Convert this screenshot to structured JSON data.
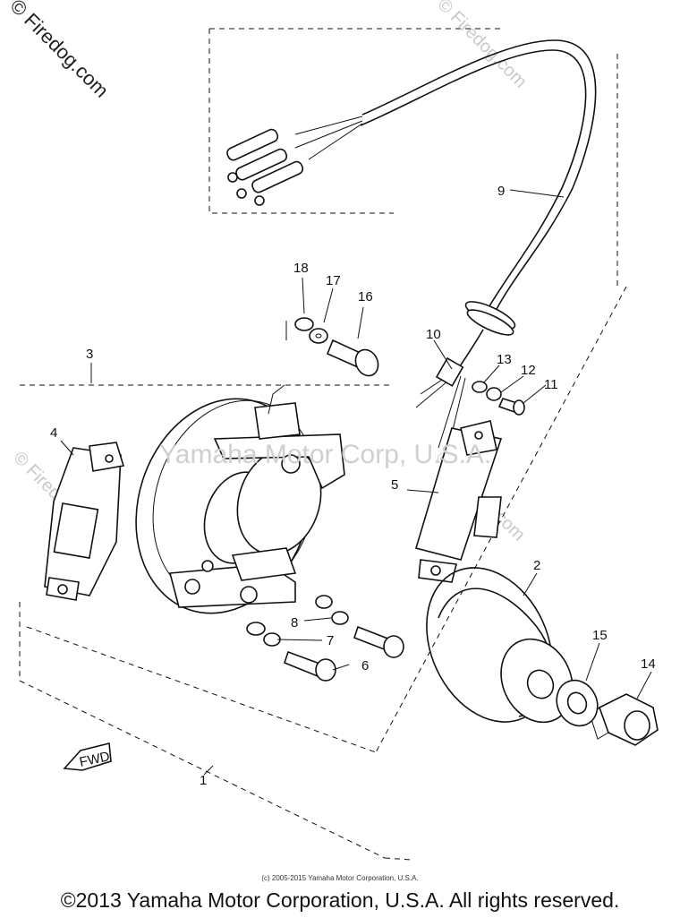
{
  "watermarks": {
    "corner": "© Firedog.com",
    "center": "Yamaha Motor Corp, U.S.A.",
    "faint": "© Firedog.com"
  },
  "parts": [
    {
      "number": "1"
    },
    {
      "number": "2"
    },
    {
      "number": "3"
    },
    {
      "number": "4"
    },
    {
      "number": "5"
    },
    {
      "number": "6"
    },
    {
      "number": "7"
    },
    {
      "number": "8"
    },
    {
      "number": "9"
    },
    {
      "number": "10"
    },
    {
      "number": "11"
    },
    {
      "number": "12"
    },
    {
      "number": "13"
    },
    {
      "number": "14"
    },
    {
      "number": "15"
    },
    {
      "number": "16"
    },
    {
      "number": "17"
    },
    {
      "number": "18"
    }
  ],
  "fwd_label": "FWD",
  "footer": {
    "small": "(c) 2005-2015 Yamaha Motor Corporation, U.S.A.",
    "main": "©2013 Yamaha Motor Corporation, U.S.A. All rights reserved."
  }
}
